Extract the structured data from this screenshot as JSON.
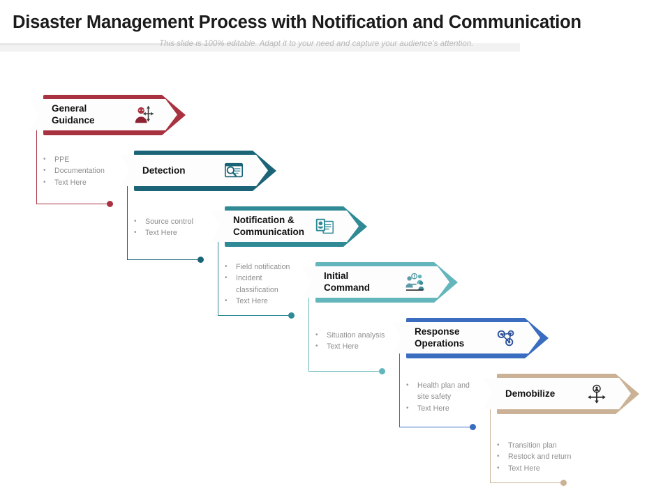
{
  "header": {
    "title": "Disaster Management Process with Notification and Communication",
    "subtitle": "This slide is 100% editable. Adapt it to your need and capture your audience's attention."
  },
  "palette": {
    "stage1": "#a93240",
    "stage2": "#1b6477",
    "stage3": "#2f8a96",
    "stage4": "#63b6bc",
    "stage5": "#3a6cc0",
    "stage6": "#cbb296",
    "title_color": "#1b1b1b",
    "subtitle_color": "#b6b6b6",
    "bullet_color": "#8d8d8d"
  },
  "stages": [
    {
      "id": "general-guidance",
      "title": "General\nGuidance",
      "color": "#a93240",
      "icon": "guidance-person-compass-icon",
      "bullets": [
        "PPE",
        "Documentation",
        "Text Here"
      ]
    },
    {
      "id": "detection",
      "title": "Detection",
      "color": "#1b6477",
      "icon": "detection-monitor-search-icon",
      "bullets": [
        "Source control",
        "Text Here"
      ]
    },
    {
      "id": "notification-communication",
      "title": "Notification &\nCommunication",
      "color": "#2f8a96",
      "icon": "notification-idcard-document-icon",
      "bullets": [
        "Field notification",
        "Incident\nclassification",
        "Text Here"
      ]
    },
    {
      "id": "initial-command",
      "title": "Initial\nCommand",
      "color": "#63b6bc",
      "icon": "initial-command-briefing-icon",
      "bullets": [
        "Situation analysis",
        "Text Here"
      ]
    },
    {
      "id": "response-operations",
      "title": "Response\nOperations",
      "color": "#3a6cc0",
      "icon": "response-operations-gears-icon",
      "bullets": [
        "Health plan and\nsite safety",
        "Text Here"
      ]
    },
    {
      "id": "demobilize",
      "title": "Demobilize",
      "color": "#cbb296",
      "icon": "demobilize-person-move-arrows-icon",
      "bullets": [
        "Transition plan",
        "Restock and return",
        "Text Here"
      ]
    }
  ]
}
